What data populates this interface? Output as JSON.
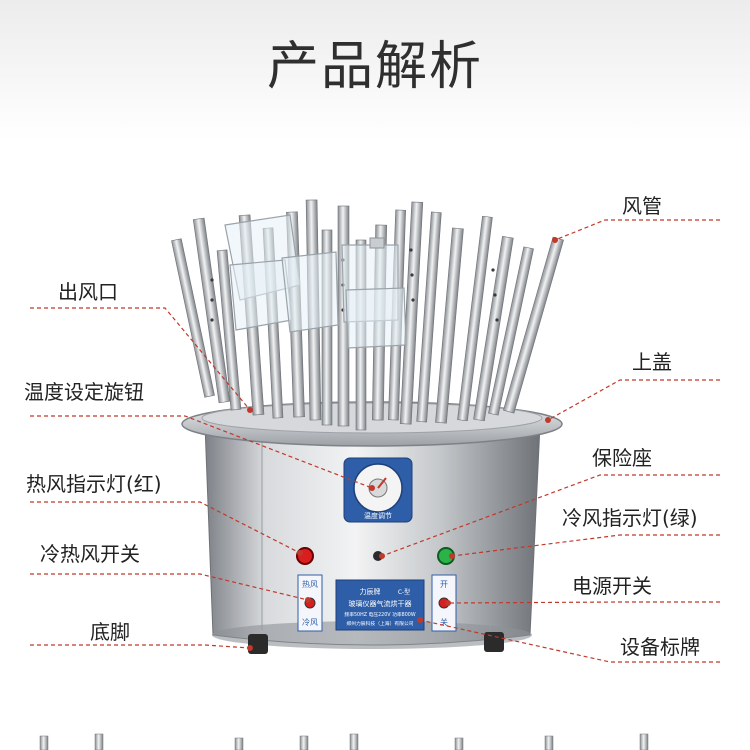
{
  "header": {
    "title": "产品解析"
  },
  "callouts": {
    "air_tube": "风管",
    "air_outlet": "出风口",
    "lid": "上盖",
    "temp_knob": "温度设定旋钮",
    "fuse_seat": "保险座",
    "hot_light": "热风指示灯(红)",
    "cold_light": "冷风指示灯(绿)",
    "hot_cold_switch": "冷热风开关",
    "power_switch": "电源开关",
    "feet": "底脚",
    "nameplate": "设备标牌"
  },
  "device": {
    "dial_label": "温度调节",
    "left_switch_top": "热风",
    "left_switch_bottom": "冷风",
    "right_switch_top": "开",
    "right_switch_bottom": "关",
    "plate_line1": "力辰牌",
    "plate_model": "C-型",
    "plate_line2": "玻璃仪器气流烘干器",
    "plate_line3": "频率50HZ  电压220V  功率800W",
    "plate_line4": "郑州力辰科技（上海）有限公司"
  },
  "colors": {
    "leader_line": "#c0392b",
    "hot_indicator": "#d81e1e",
    "cold_indicator": "#2bb34a",
    "steel": "#b9bcc0"
  }
}
